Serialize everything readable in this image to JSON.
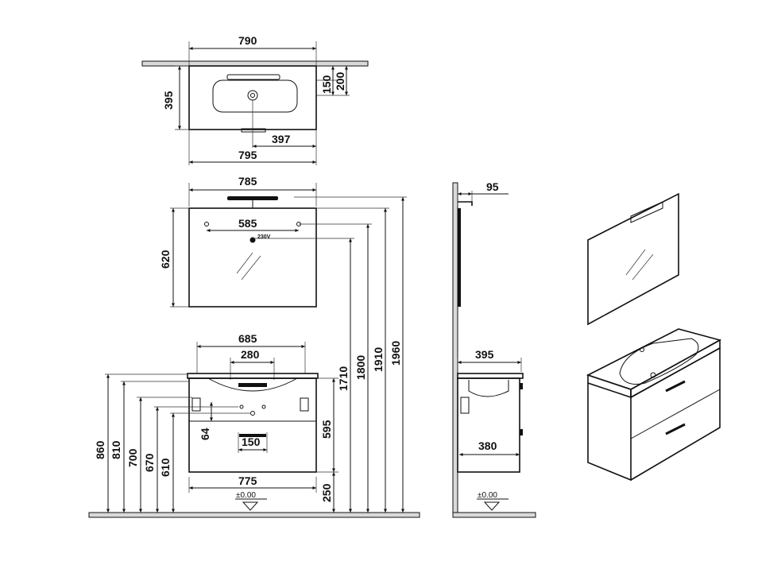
{
  "top_view": {
    "width": "790",
    "depth": "395",
    "basin_offset_150": "150",
    "basin_offset_200": "200",
    "center": "397",
    "outer_width": "795"
  },
  "mirror": {
    "width": "785",
    "holes": "585",
    "power": "230V",
    "height": "620"
  },
  "front_view": {
    "basin_width": "685",
    "tap_holes": "280",
    "drawer_gap": "64",
    "drain": "150",
    "cabinet_height": "595",
    "cabinet_width": "775",
    "floor_gap": "250",
    "floor_label": "±0.00"
  },
  "heights": {
    "h860": "860",
    "h810": "810",
    "h700": "700",
    "h670": "670",
    "h610": "610",
    "h1710": "1710",
    "h1800": "1800",
    "h1910": "1910",
    "h1960": "1960"
  },
  "side_view": {
    "light_depth": "95",
    "depth": "395",
    "inner_depth": "380",
    "floor_label": "±0.00"
  }
}
